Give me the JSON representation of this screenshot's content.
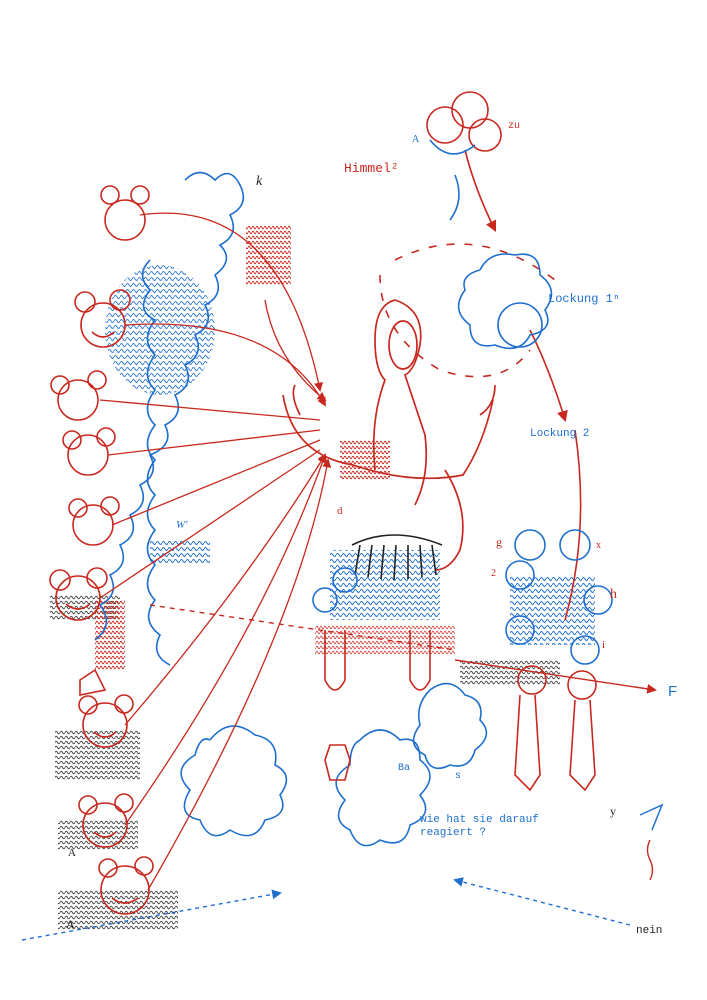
{
  "colors": {
    "red": "#c8281e",
    "blue": "#1f6fcf",
    "ink": "#222222",
    "paper": "#ffffff"
  },
  "labels": {
    "himmel": "Himmel²",
    "zu": "zu",
    "k": "k",
    "lockung1": "Lockung 1ⁿ",
    "lockung2": "Lockung 2",
    "h": "h",
    "f": "F",
    "y": "y",
    "w": "W'",
    "question_line1": "wie hat sie darauf",
    "question_line2": "reagiert ?",
    "nein": "nein",
    "a1": "A",
    "a2": "A",
    "a3": "A",
    "basis": "Ba",
    "s": "s",
    "x": "x",
    "g": "g",
    "i": "i",
    "d": "d",
    "z": "2"
  }
}
